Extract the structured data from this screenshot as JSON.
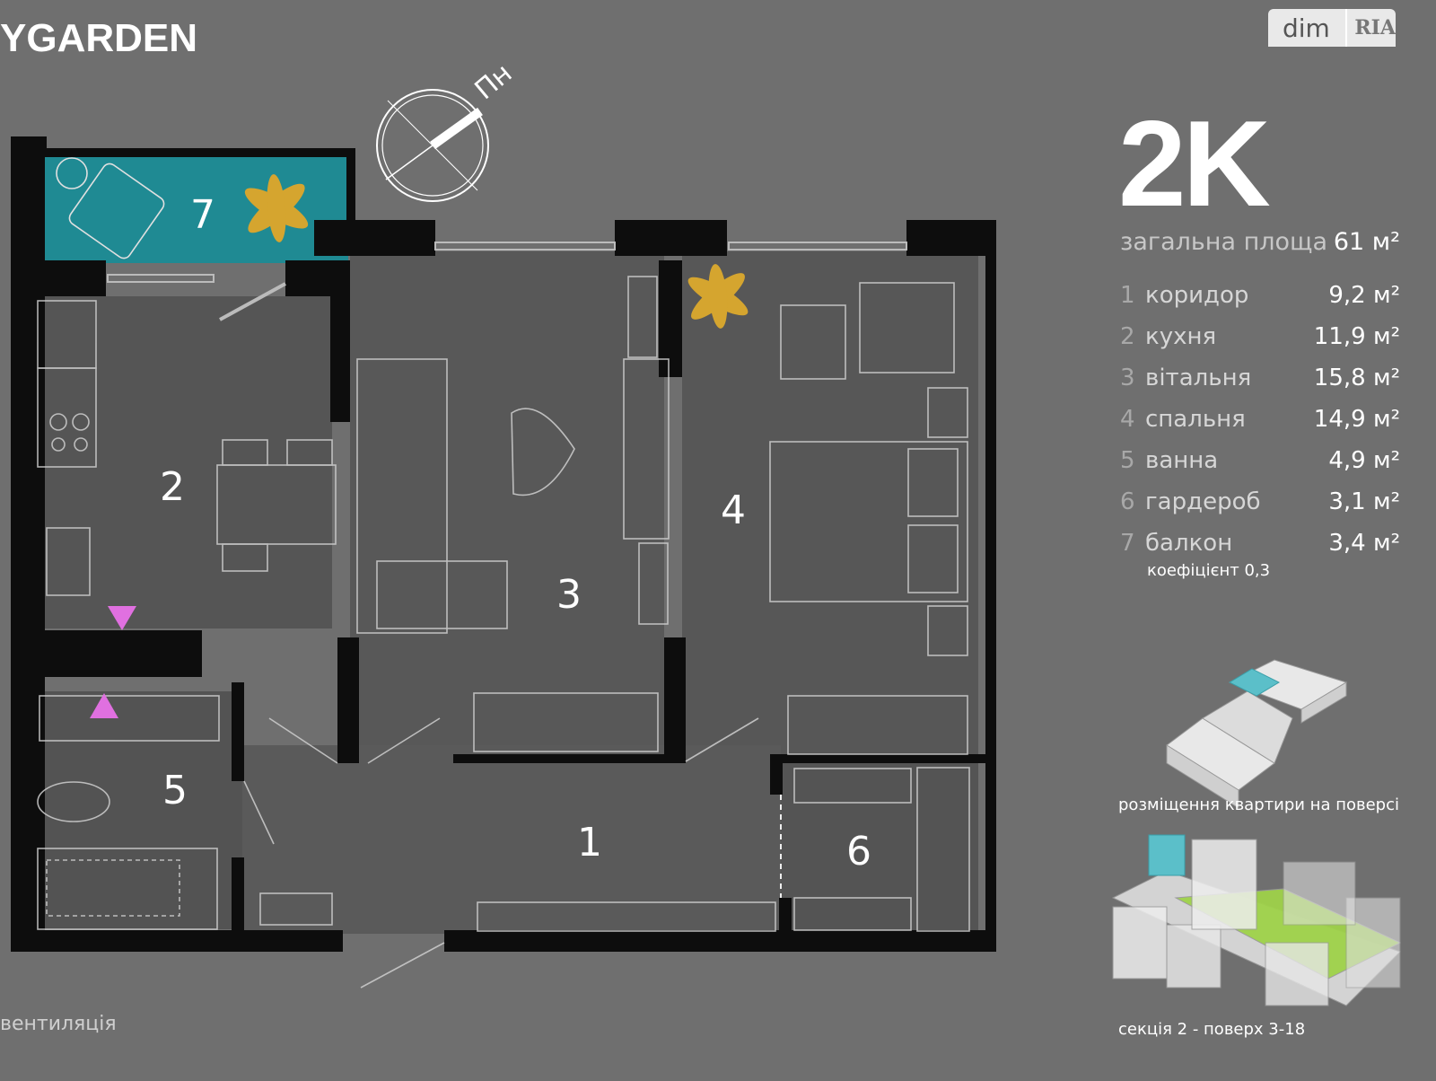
{
  "brand": "YGARDEN",
  "badge": {
    "dim": "dim",
    "ria": "RIA"
  },
  "compass_label": "Пн",
  "apartment_type": "2K",
  "total": {
    "label": "загальна площа",
    "value": "61 м²"
  },
  "rooms": [
    {
      "number": "1",
      "name": "коридор",
      "area": "9,2 м²"
    },
    {
      "number": "2",
      "name": "кухня",
      "area": "11,9 м²"
    },
    {
      "number": "3",
      "name": "вітальня",
      "area": "15,8 м²"
    },
    {
      "number": "4",
      "name": "спальня",
      "area": "14,9 м²"
    },
    {
      "number": "5",
      "name": "ванна",
      "area": "4,9 м²"
    },
    {
      "number": "6",
      "name": "гардероб",
      "area": "3,1 м²"
    },
    {
      "number": "7",
      "name": "балкон",
      "area": "3,4 м²"
    }
  ],
  "coefficient": "коефіцієнт 0,3",
  "floor_caption": "розміщення квартири на поверсі",
  "section_caption": "секція 2 - поверх 3-18",
  "legend_ventilation": "вентиляція",
  "plan_labels": [
    "1",
    "2",
    "3",
    "4",
    "5",
    "6",
    "7"
  ],
  "colors": {
    "background": "#6f6f6f",
    "wall": "#0d0d0d",
    "floor": "#555555",
    "balcony": "#1f8a93",
    "vent_marker": "#e070e0",
    "highlight": "#7fc8d0",
    "green": "#9fd24a"
  }
}
